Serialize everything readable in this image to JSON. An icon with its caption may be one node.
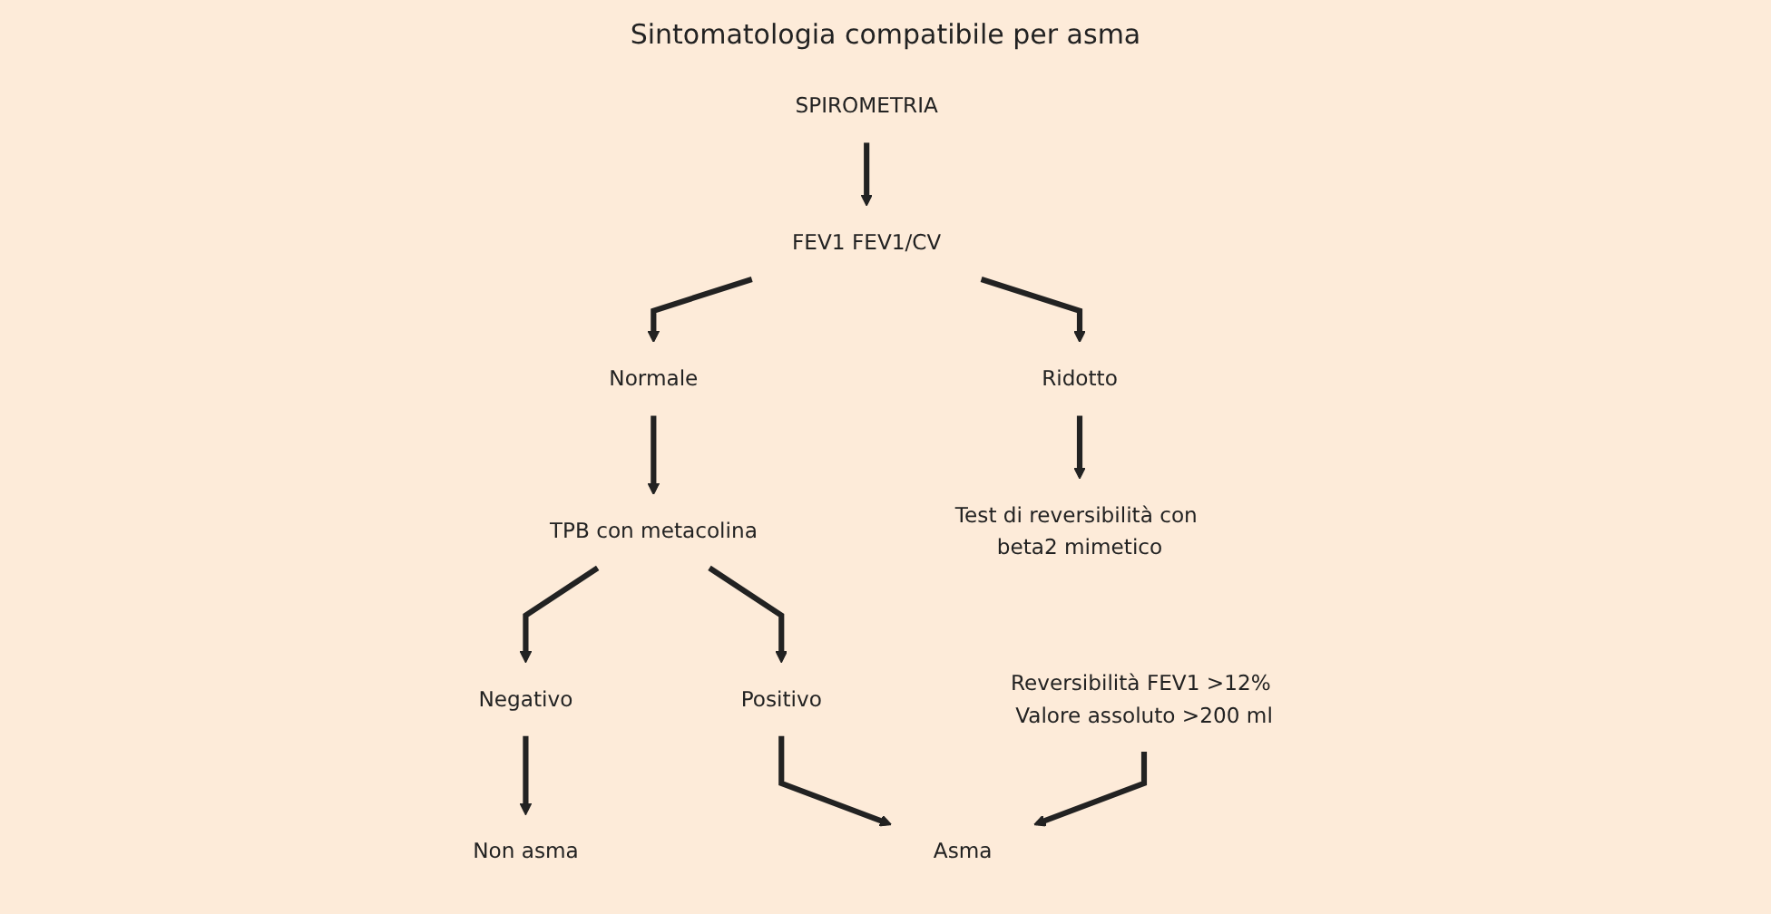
{
  "diagram": {
    "title": "Sintomatologia compatibile per asma",
    "nodes": [
      {
        "text": [
          "SPIROMETRIA"
        ]
      },
      {
        "text": [
          "FEV1 FEV1/CV"
        ]
      },
      {
        "text": [
          "Normale"
        ]
      },
      {
        "text": [
          "Ridotto"
        ]
      },
      {
        "text": [
          "TPB con metacolina"
        ]
      },
      {
        "text": [
          "Test di reversibilità con beta2 mimetico"
        ]
      },
      {
        "text": [
          "Negativo"
        ]
      },
      {
        "text": [
          "Positivo"
        ]
      },
      {
        "text": [
          "Reversibilità FEV1 >12% Valore assoluto >200 ml"
        ]
      },
      {
        "text": [
          "Non asma"
        ]
      },
      {
        "text": [
          "Asma"
        ]
      }
    ],
    "edges": [
      {
        "from": 0,
        "to": 1,
        "arrow": "to"
      },
      {
        "from": 1,
        "to": 2,
        "arrow": "to"
      },
      {
        "from": 1,
        "to": 3,
        "arrow": "to"
      },
      {
        "from": 2,
        "to": 4,
        "arrow": "to"
      },
      {
        "from": 3,
        "to": 5,
        "arrow": "to"
      },
      {
        "from": 4,
        "to": 6,
        "arrow": "to"
      },
      {
        "from": 4,
        "to": 7,
        "arrow": "to"
      },
      {
        "from": 6,
        "to": 9,
        "arrow": "to"
      },
      {
        "from": 7,
        "to": 10,
        "arrow": "to"
      },
      {
        "from": 8,
        "to": 10,
        "arrow": "to"
      }
    ]
  }
}
